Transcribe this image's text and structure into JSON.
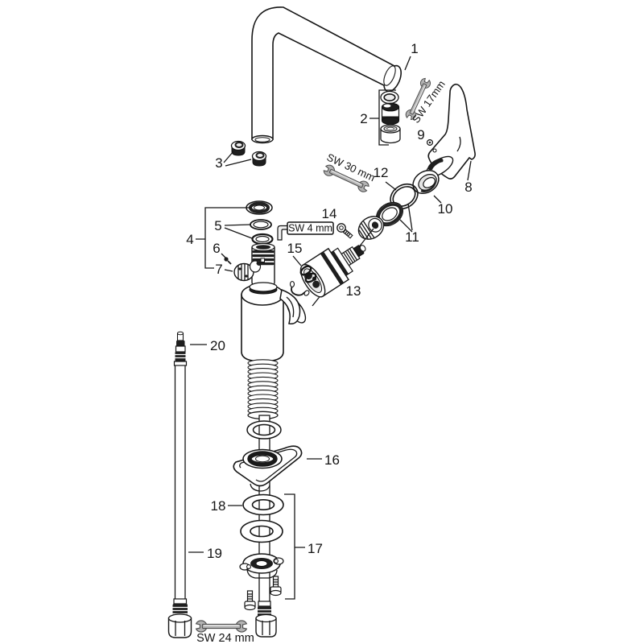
{
  "diagram": {
    "kind": "exploded-parts-diagram",
    "subject": "single-lever kitchen mixer faucet",
    "parts": [
      {
        "num": "1"
      },
      {
        "num": "2"
      },
      {
        "num": "3"
      },
      {
        "num": "4"
      },
      {
        "num": "5"
      },
      {
        "num": "6"
      },
      {
        "num": "7"
      },
      {
        "num": "8"
      },
      {
        "num": "9"
      },
      {
        "num": "10"
      },
      {
        "num": "11"
      },
      {
        "num": "12"
      },
      {
        "num": "13"
      },
      {
        "num": "14"
      },
      {
        "num": "15"
      },
      {
        "num": "16"
      },
      {
        "num": "17"
      },
      {
        "num": "18"
      },
      {
        "num": "19"
      },
      {
        "num": "20"
      }
    ],
    "tools": [
      {
        "name": "open-end-wrench-17",
        "label": "SW 17mm"
      },
      {
        "name": "open-end-wrench-30",
        "label": "SW 30 mm"
      },
      {
        "name": "allen-key-4",
        "label": "SW 4 mm"
      },
      {
        "name": "open-end-wrench-24",
        "label": "SW 24 mm"
      }
    ],
    "colors": {
      "line": "#161616",
      "background": "#ffffff",
      "tool_fill": "#b3b3b3",
      "dark_parts": "#1e1e1e"
    }
  }
}
